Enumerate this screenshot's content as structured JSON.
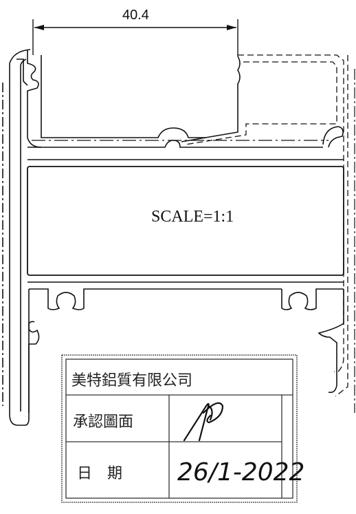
{
  "drawing": {
    "dimension_label": "40.4",
    "scale_label": "SCALE=1:1"
  },
  "stamp": {
    "company_name": "美特鋁質有限公司",
    "approval_label": "承認圖面",
    "date_label": "日　期",
    "handwritten_date": "26/1-2022",
    "signature": "signature"
  },
  "colors": {
    "line": "#111111",
    "stamp_ink": "#333333"
  }
}
